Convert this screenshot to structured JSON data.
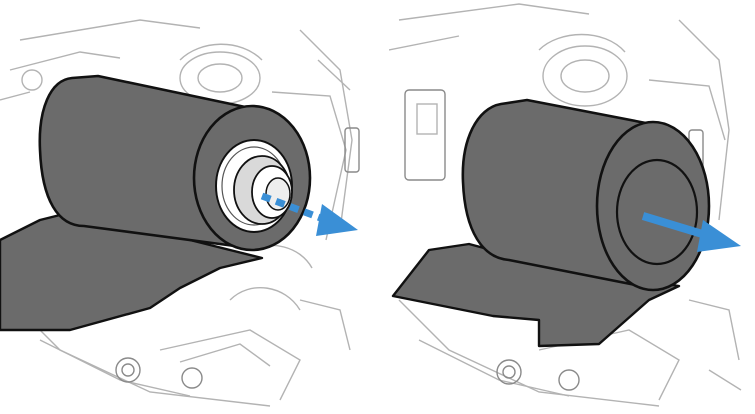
{
  "figure": {
    "panels": [
      {
        "id": "step-1",
        "description_icon": "ribbon-roll-with-core-adapter",
        "arrow": "arrow-right-dashed-icon"
      },
      {
        "id": "step-2",
        "description_icon": "ribbon-roll-solid-core",
        "arrow": "arrow-right-solid-icon"
      }
    ],
    "colors": {
      "ribbon": "#6b6b6b",
      "ribbon_outline": "#111111",
      "arrow": "#3a8fd6",
      "machine_line": "#b3b3b3",
      "background": "#ffffff"
    }
  }
}
